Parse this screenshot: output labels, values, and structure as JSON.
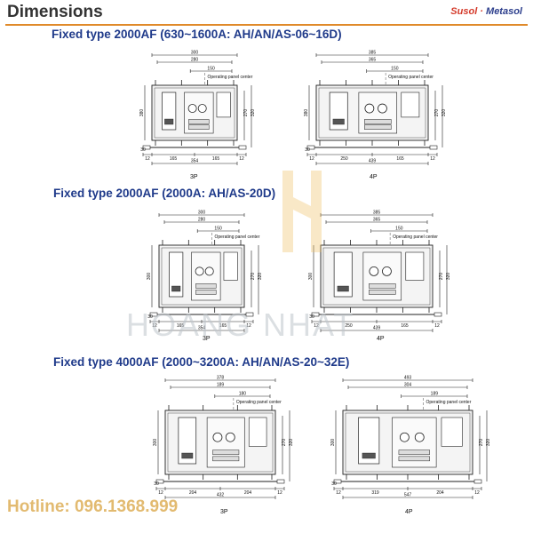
{
  "page": {
    "title": "Dimensions",
    "brand_part1": "Susol",
    "brand_sep": " · ",
    "brand_part2": "Metasol",
    "hotline": "Hotline: 096.1368.999",
    "watermark": "HOANG NHAT"
  },
  "colors": {
    "accent_rule": "#e08a2a",
    "section_title": "#1f3a8a",
    "brand_red": "#d43a2a",
    "brand_blue": "#2c3e8c",
    "hotline": "#d9a441"
  },
  "sections": [
    {
      "title": "Fixed type 2000AF (630~1600A: AH/AN/AS-06~16D)",
      "views": [
        {
          "label": "3P",
          "top_dims": [
            "300",
            "280",
            "150"
          ],
          "panel_note": "Operating panel center",
          "left_dims": [
            "380",
            "30"
          ],
          "right_dims": [
            "270",
            "320"
          ],
          "bottom_dims": [
            "12",
            "165",
            "165",
            "12"
          ],
          "total": "354"
        },
        {
          "label": "4P",
          "top_dims": [
            "385",
            "365",
            "150"
          ],
          "panel_note": "Operating panel center",
          "left_dims": [
            "380",
            "30"
          ],
          "right_dims": [
            "270",
            "320"
          ],
          "bottom_dims": [
            "12",
            "250",
            "165",
            "12"
          ],
          "total": "439"
        }
      ]
    },
    {
      "title": "Fixed type 2000AF (2000A: AH/AS-20D)",
      "views": [
        {
          "label": "3P",
          "top_dims": [
            "300",
            "280",
            "150"
          ],
          "panel_note": "Operating panel center",
          "left_dims": [
            "300",
            "30"
          ],
          "right_dims": [
            "270",
            "320"
          ],
          "bottom_dims": [
            "12",
            "165",
            "165",
            "12"
          ],
          "total": "354"
        },
        {
          "label": "4P",
          "top_dims": [
            "385",
            "365",
            "150"
          ],
          "panel_note": "Operating panel center",
          "left_dims": [
            "300",
            "30"
          ],
          "right_dims": [
            "270",
            "320"
          ],
          "bottom_dims": [
            "12",
            "250",
            "165",
            "12"
          ],
          "total": "439"
        }
      ]
    },
    {
      "title": "Fixed type 4000AF (2000~3200A: AH/AN/AS-20~32E)",
      "views": [
        {
          "label": "3P",
          "top_dims": [
            "378",
            "189",
            "180"
          ],
          "panel_note": "Operating panel center",
          "left_dims": [
            "300",
            "30"
          ],
          "right_dims": [
            "270",
            "320"
          ],
          "bottom_dims": [
            "12",
            "204",
            "204",
            "12"
          ],
          "total": "432"
        },
        {
          "label": "4P",
          "top_dims": [
            "493",
            "304",
            "189"
          ],
          "panel_note": "Operating panel center",
          "left_dims": [
            "300",
            "30"
          ],
          "right_dims": [
            "270",
            "320"
          ],
          "bottom_dims": [
            "12",
            "319",
            "204",
            "12"
          ],
          "total": "547"
        }
      ]
    }
  ]
}
